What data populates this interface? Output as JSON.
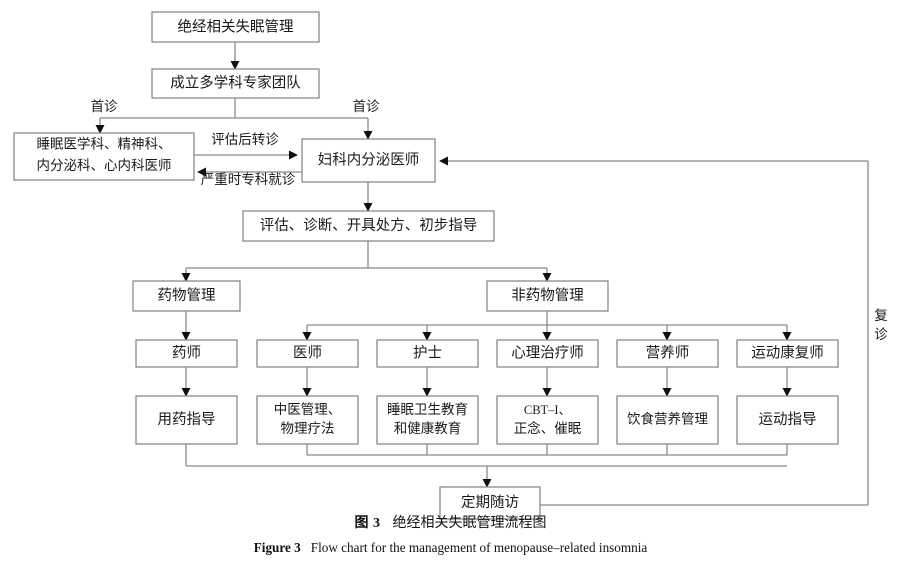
{
  "figure": {
    "caption_cn_number": "图 3",
    "caption_cn_text": "绝经相关失眠管理流程图",
    "caption_en_number": "Figure 3",
    "caption_en_text": "Flow chart for the management of menopause–related insomnia"
  },
  "colors": {
    "box_border": "#8a8a8a",
    "connector": "#8a8a8a",
    "arrow_head": "#111111",
    "text": "#1a1a1a",
    "background": "#ffffff"
  },
  "nodes": {
    "root": "绝经相关失眠管理",
    "team": "成立多学科专家团队",
    "specialists_line1": "睡眠医学科、精神科、",
    "specialists_line2": "内分泌科、心内科医师",
    "gyn_endocrine": "妇科内分泌医师",
    "assess": "评估、诊断、开具处方、初步指导",
    "drug_mgmt": "药物管理",
    "nondrug_mgmt": "非药物管理",
    "role_pharmacist": "药师",
    "role_physician": "医师",
    "role_nurse": "护士",
    "role_psychotherapist": "心理治疗师",
    "role_nutritionist": "营养师",
    "role_exercise_rehab": "运动康复师",
    "action_medication_guidance": "用药指导",
    "action_tcm_line1": "中医管理、",
    "action_tcm_line2": "物理疗法",
    "action_sleep_edu_line1": "睡眠卫生教育",
    "action_sleep_edu_line2": "和健康教育",
    "action_cbti_line1": "CBT–I、",
    "action_cbti_line2": "正念、催眠",
    "action_diet": "饮食营养管理",
    "action_exercise": "运动指导",
    "followup": "定期随访"
  },
  "edge_labels": {
    "first_visit_left": "首诊",
    "first_visit_right": "首诊",
    "refer_after_assessment": "评估后转诊",
    "severe_specialist_visit": "严重时专科就诊",
    "revisit_char1": "复",
    "revisit_char2": "诊"
  },
  "chart_data": {
    "type": "diagram",
    "title": "绝经相关失眠管理流程图",
    "edges": [
      {
        "from": "root",
        "to": "team",
        "label": ""
      },
      {
        "from": "team",
        "to": "specialists",
        "label": "首诊"
      },
      {
        "from": "team",
        "to": "gyn_endocrine",
        "label": "首诊"
      },
      {
        "from": "specialists",
        "to": "gyn_endocrine",
        "label": "评估后转诊"
      },
      {
        "from": "gyn_endocrine",
        "to": "specialists",
        "label": "严重时专科就诊"
      },
      {
        "from": "gyn_endocrine",
        "to": "assess",
        "label": ""
      },
      {
        "from": "assess",
        "to": "drug_mgmt",
        "label": ""
      },
      {
        "from": "assess",
        "to": "nondrug_mgmt",
        "label": ""
      },
      {
        "from": "drug_mgmt",
        "to": "role_pharmacist",
        "label": ""
      },
      {
        "from": "nondrug_mgmt",
        "to": "role_physician",
        "label": ""
      },
      {
        "from": "nondrug_mgmt",
        "to": "role_nurse",
        "label": ""
      },
      {
        "from": "nondrug_mgmt",
        "to": "role_psychotherapist",
        "label": ""
      },
      {
        "from": "nondrug_mgmt",
        "to": "role_nutritionist",
        "label": ""
      },
      {
        "from": "nondrug_mgmt",
        "to": "role_exercise_rehab",
        "label": ""
      },
      {
        "from": "role_pharmacist",
        "to": "action_medication_guidance",
        "label": ""
      },
      {
        "from": "role_physician",
        "to": "action_tcm",
        "label": ""
      },
      {
        "from": "role_nurse",
        "to": "action_sleep_edu",
        "label": ""
      },
      {
        "from": "role_psychotherapist",
        "to": "action_cbti",
        "label": ""
      },
      {
        "from": "role_nutritionist",
        "to": "action_diet",
        "label": ""
      },
      {
        "from": "role_exercise_rehab",
        "to": "action_exercise",
        "label": ""
      },
      {
        "from": "actions",
        "to": "followup",
        "label": ""
      },
      {
        "from": "followup",
        "to": "gyn_endocrine",
        "label": "复诊"
      }
    ]
  }
}
